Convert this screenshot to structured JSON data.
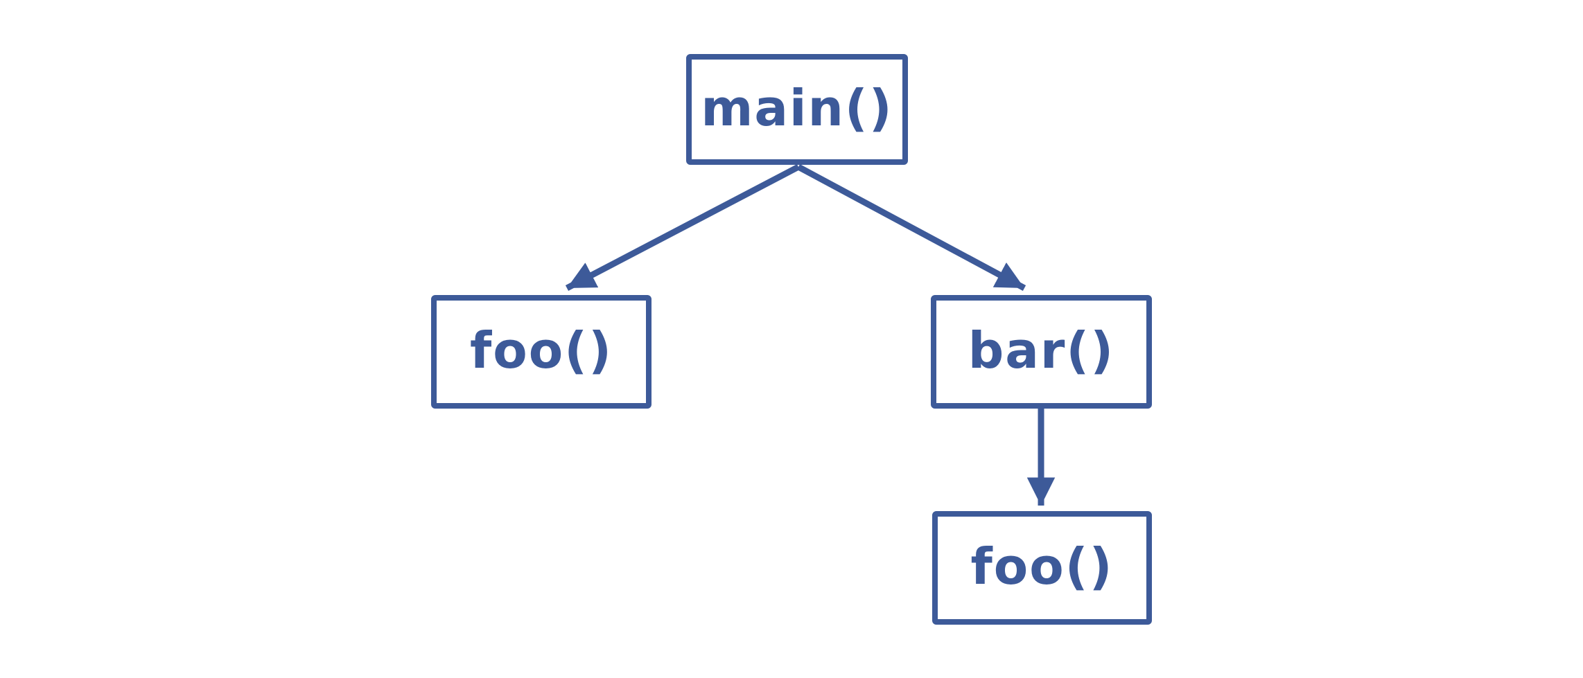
{
  "colors": {
    "ink": "#3d5a99",
    "background": "#ffffff"
  },
  "nodes": [
    {
      "id": "main",
      "label": "main()"
    },
    {
      "id": "foo_left",
      "label": "foo()"
    },
    {
      "id": "bar",
      "label": "bar()"
    },
    {
      "id": "foo_bottom",
      "label": "foo()"
    }
  ],
  "edges": [
    {
      "from": "main",
      "to": "foo_left"
    },
    {
      "from": "main",
      "to": "bar"
    },
    {
      "from": "bar",
      "to": "foo_bottom"
    }
  ]
}
